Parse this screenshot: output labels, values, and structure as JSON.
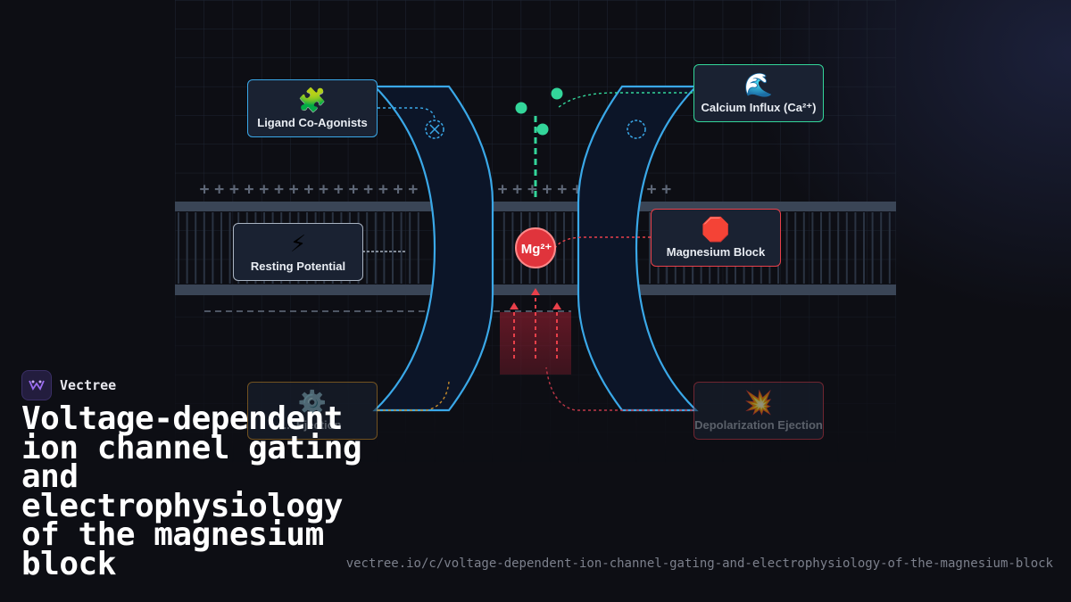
{
  "labels": {
    "ligand": "Ligand Co-Agonists",
    "calcium": "Calcium Influx (Ca²⁺)",
    "resting": "Resting Potential",
    "magnesium_block": "Magnesium Block",
    "mg_ion": "Mg²⁺",
    "depolarization": "Depolarization Ejection",
    "bottom_left": "... Ejection"
  },
  "icons": {
    "ligand": "puzzle-piece-icon",
    "calcium": "wave-icon",
    "resting": "lightning-icon",
    "magnesium_block": "stop-sign-icon",
    "bottom_left": "gear-icon",
    "depolarization": "collision-icon",
    "brand": "vectree-logo-icon"
  },
  "glyphs": {
    "ligand": "🧩",
    "calcium": "🌊",
    "resting": "⚡",
    "magnesium_block": "🛑",
    "bottom_left": "⚙️",
    "depolarization": "💥"
  },
  "colors": {
    "channel": "#3aa8e8",
    "channel_fill": "#0c1528",
    "ligand_border": "#3aa8e8",
    "calcium_border": "#33d69a",
    "resting_border": "#aab4c2",
    "magnesium_border": "#e8404a",
    "bottom_left_border": "#c58a2a",
    "depolarization_border": "#c03848",
    "calcium_dot": "#33d69a",
    "mg_ion": "#e0343c",
    "membrane": "#3a4556"
  },
  "brand": {
    "name": "Vectree"
  },
  "title": "Voltage-dependent ion channel gating and electrophysiology of the magnesium block",
  "url": "vectree.io/c/voltage-dependent-ion-channel-gating-and-electrophysiology-of-the-magnesium-block"
}
